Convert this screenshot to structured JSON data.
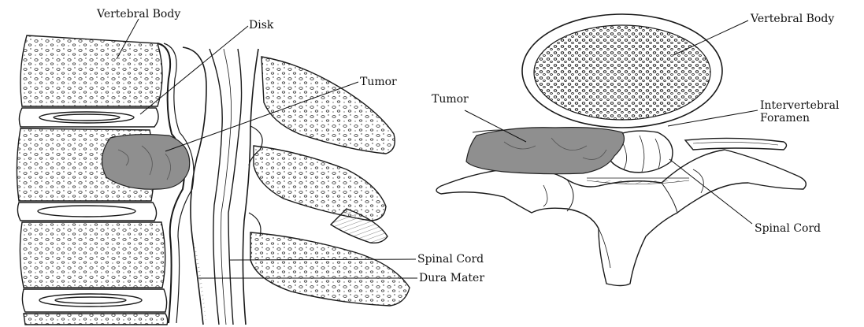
{
  "left_view": {
    "labels": {
      "vertebral_body": "Vertebral Body",
      "disk": "Disk",
      "tumor": "Tumor",
      "spinal_cord": "Spinal Cord",
      "dura_mater": "Dura Mater"
    }
  },
  "right_view": {
    "labels": {
      "vertebral_body": "Vertebral Body",
      "tumor": "Tumor",
      "foramen_line1": "Intervertebral",
      "foramen_line2": "Foramen",
      "spinal_cord": "Spinal Cord"
    }
  },
  "colors": {
    "ink": "#1a1a1a",
    "tumor_fill": "#8f8f8f",
    "background": "#ffffff"
  }
}
